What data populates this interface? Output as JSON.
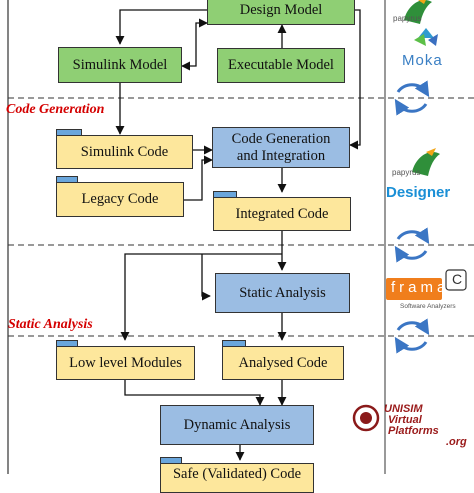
{
  "phases": {
    "code_generation": "Code Generation",
    "static_analysis": "Static Analysis"
  },
  "boxes": {
    "design_model": "Design Model",
    "simulink_model": "Simulink Model",
    "executable_model": "Executable Model",
    "simulink_code": "Simulink Code",
    "code_gen_integration_1": "Code Generation",
    "code_gen_integration_2": "and Integration",
    "legacy_code": "Legacy Code",
    "integrated_code": "Integrated Code",
    "static_analysis": "Static Analysis",
    "low_level_modules": "Low level Modules",
    "analysed_code": "Analysed Code",
    "dynamic_analysis": "Dynamic Analysis",
    "safe_code": "Safe (Validated) Code"
  },
  "logos": {
    "papyrus_top": "papyrus",
    "moka": "Moka",
    "papyrus_designer_small": "papyrus",
    "designer": "Designer",
    "frama_c": "frama",
    "frama_c_letter": "C",
    "frama_c_caption": "Software Analyzers",
    "unisim_1": "UNISIM",
    "unisim_2": "Virtual",
    "unisim_3": "Platforms",
    "unisim_4": ".org"
  },
  "colors": {
    "green_box": "#8fcf74",
    "blue_box": "#9bbde3",
    "yellow_box": "#fde79c",
    "tab_blue": "#6aa6dc",
    "phase_red": "#d40000",
    "cycle_blue": "#3b76c4"
  }
}
